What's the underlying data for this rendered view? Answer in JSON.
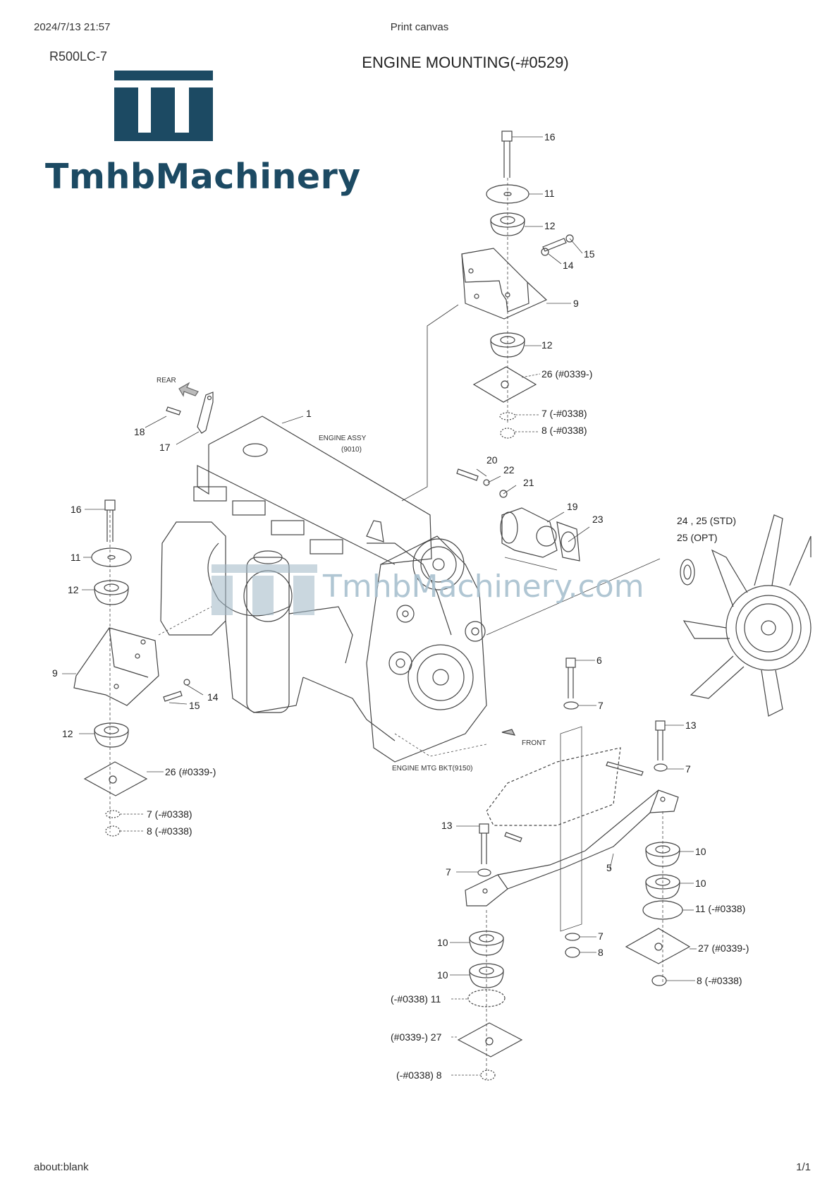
{
  "browser": {
    "datetime": "2024/7/13 21:57",
    "print_title": "Print canvas",
    "url": "about:blank",
    "page_count": "1/1"
  },
  "document": {
    "model": "R500LC-7",
    "title": "ENGINE MOUNTING(-#0529)"
  },
  "logo": {
    "name": "TmhbMachinery",
    "color": "#1c4a63",
    "watermark": "TmhbMachinery.com"
  },
  "callouts": {
    "p16_top": "16",
    "p11_top": "11",
    "p12_top_a": "12",
    "p15_top": "15",
    "p14_top": "14",
    "p9_top": "9",
    "p12_top_b": "12",
    "p26_top": "26  (#0339-)",
    "p7_top": "7  (-#0338)",
    "p8_top": "8  (-#0338)",
    "rear": "REAR",
    "p1": "1",
    "p18": "18",
    "p17": "17",
    "engine_assy": "ENGINE ASSY",
    "engine_assy_no": "(9010)",
    "p20": "20",
    "p22": "22",
    "p21": "21",
    "p19": "19",
    "p23": "23",
    "p24_25": "24 , 25  (STD)",
    "p25_opt": "25  (OPT)",
    "p16_left": "16",
    "p11_left": "11",
    "p12_left_a": "12",
    "p9_left": "9",
    "p15_left": "15",
    "p14_left": "14",
    "p12_left_b": "12",
    "p26_left": "26  (#0339-)",
    "p7_left": "7  (-#0338)",
    "p8_left": "8  (-#0338)",
    "front": "FRONT",
    "engine_mtg_bkt": "ENGINE MTG BKT(9150)",
    "p6": "6",
    "p7_r1": "7",
    "p13_r": "13",
    "p7_r2": "7",
    "p13_c": "13",
    "p7_c": "7",
    "p5": "5",
    "p10_r1": "10",
    "p10_r2": "10",
    "p11_r": "11  (-#0338)",
    "p7_c2": "7",
    "p8_c2": "8",
    "p27_r": "27  (#0339-)",
    "p8_r": "8  (-#0338)",
    "p10_b1": "10",
    "p10_b2": "10",
    "p11_b": "(-#0338)  11",
    "p27_b": "(#0339-)  27",
    "p8_b": "(-#0338)  8"
  }
}
